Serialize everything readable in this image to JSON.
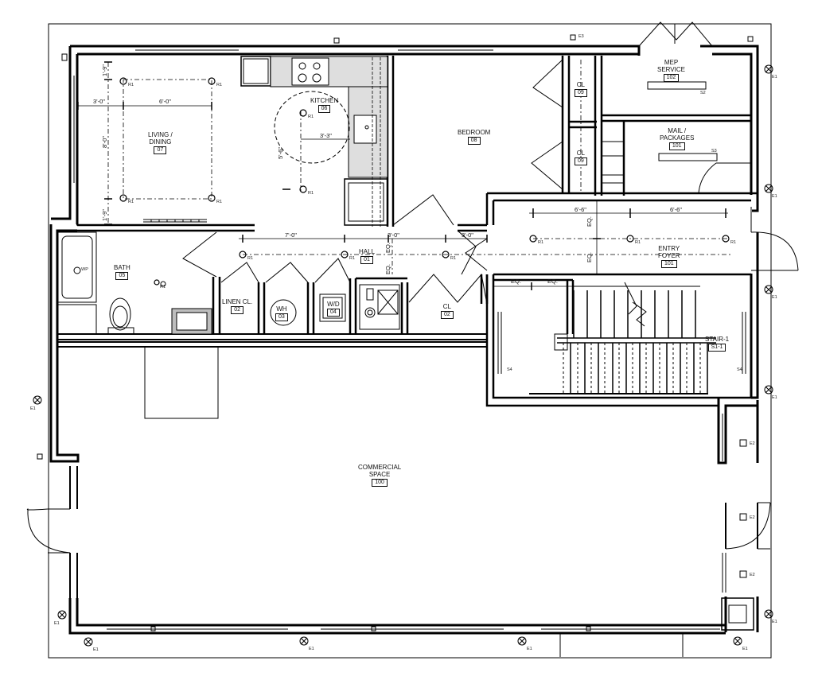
{
  "rooms": {
    "living": {
      "name": "LIVING /\nDINING",
      "number": "07"
    },
    "kitchen": {
      "name": "KITCHEN",
      "number": "06"
    },
    "bedroom": {
      "name": "BEDROOM",
      "number": "08"
    },
    "cl_upper": {
      "name": "CL",
      "number": "09"
    },
    "cl_mid": {
      "name": "CL",
      "number": "09"
    },
    "mep": {
      "name": "MEP\nSERVICE",
      "number": "102"
    },
    "mail": {
      "name": "MAIL /\nPACKAGES",
      "number": "101"
    },
    "bath": {
      "name": "BATH",
      "number": "05"
    },
    "hall": {
      "name": "HALL",
      "number": "01"
    },
    "linen": {
      "name": "LINEN CL.",
      "number": "02"
    },
    "wh": {
      "name": "WH",
      "number": "03"
    },
    "wd": {
      "name": "W/D",
      "number": "04"
    },
    "cl_lower": {
      "name": "CL",
      "number": "02"
    },
    "entry": {
      "name": "ENTRY\nFOYER",
      "number": "101"
    },
    "stair": {
      "name": "STAIR-1",
      "number": "S1-1"
    },
    "commercial": {
      "name": "COMMERCIAL\nSPACE",
      "number": "100"
    }
  },
  "dimensions": {
    "d1": "3'-0\"",
    "d2": "6'-0\"",
    "d3": "1'-9\"",
    "d4": "8'-0\"",
    "d5": "1'-9\"",
    "d6": "3'-3\"",
    "d7": "5'-6\"",
    "d8": "7'-0\"",
    "d9": "3'-0\"",
    "d10": "3'-0\"",
    "d11": "6'-6\"",
    "d12": "6'-6\"",
    "d13": "EQ.",
    "d14": "EQ.",
    "d15": "EQ.",
    "d16": "EQ.",
    "d17": "EQ.",
    "d18": "EQ."
  },
  "tags": {
    "r1": "R1",
    "e1": "E1",
    "e2": "E2",
    "e3": "E3",
    "s2": "S2",
    "s3": "S3",
    "s4": "S4",
    "wp": "WP"
  }
}
